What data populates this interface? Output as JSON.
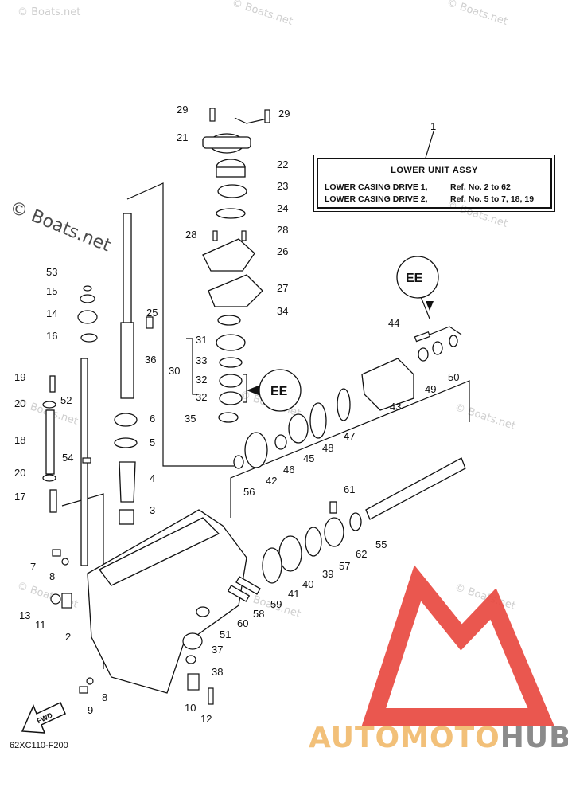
{
  "watermarks": [
    "© Boats.net",
    "© Boats.net",
    "© Boats.net",
    "© Boats.net",
    "© Boats.net",
    "© Boats.net",
    "© Boats.net",
    "© Boats.net",
    "© Boats.net",
    "© Boats.net"
  ],
  "watermark_large": "© Boats.net",
  "assy_box": {
    "title": "LOWER UNIT ASSY",
    "rows": [
      {
        "label": "LOWER CASING DRIVE 1,",
        "ref": "Ref. No. 2 to 62"
      },
      {
        "label": "LOWER CASING DRIVE 2,",
        "ref": "Ref. No. 5 to 7, 18, 19"
      }
    ]
  },
  "callouts": [
    "1",
    "2",
    "3",
    "4",
    "5",
    "6",
    "7",
    "8",
    "8",
    "9",
    "10",
    "11",
    "12",
    "13",
    "14",
    "15",
    "16",
    "17",
    "18",
    "19",
    "20",
    "20",
    "21",
    "22",
    "23",
    "24",
    "25",
    "26",
    "27",
    "28",
    "28",
    "29",
    "29",
    "30",
    "31",
    "32",
    "32",
    "33",
    "34",
    "35",
    "36",
    "37",
    "38",
    "39",
    "40",
    "41",
    "42",
    "43",
    "44",
    "45",
    "46",
    "47",
    "47",
    "48",
    "49",
    "50",
    "50",
    "51",
    "52",
    "53",
    "54",
    "55",
    "56",
    "57",
    "58",
    "59",
    "60",
    "61",
    "62"
  ],
  "fwd_label": "FWD",
  "diagram_code": "62XC110-F200",
  "logo": {
    "part1": "AUTOMOTO",
    "part2": "HUB"
  },
  "colors": {
    "logo_triangle": "#e8453c",
    "logo_text_a": "#f2c079",
    "logo_text_b": "#8b8b8b",
    "line": "#111111"
  }
}
